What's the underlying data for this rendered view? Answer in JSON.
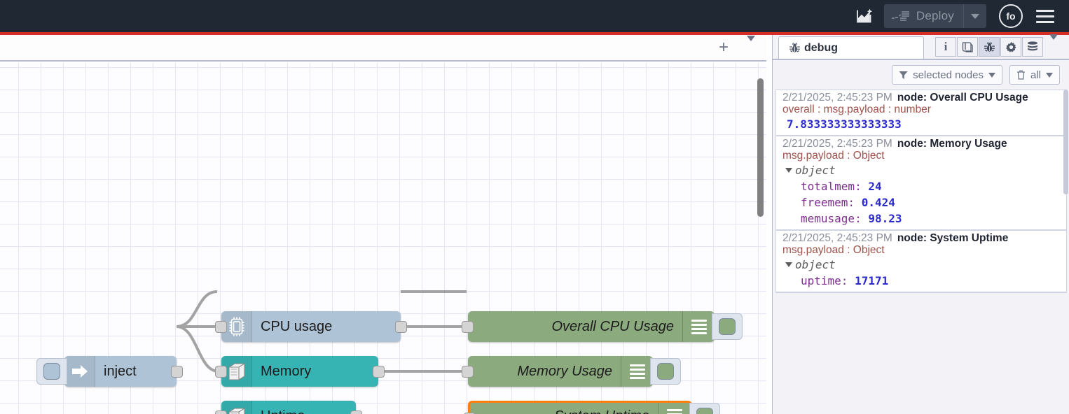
{
  "header": {
    "flow_icon": "flow-sparkle-icon",
    "deploy_label": "Deploy",
    "deploy_icon": "deploy-icon",
    "deploy_caret_icon": "chevron-down-icon",
    "user_initials": "fo",
    "menu_icon": "hamburger-menu-icon",
    "accent_rule_color": "#d62d26",
    "background_color": "#1f2833"
  },
  "workspace": {
    "add_tab_label": "+",
    "tab_menu_icon": "chevron-down-icon",
    "grid_color": "#e4e6f4",
    "canvas_background": "#fdfdff"
  },
  "flow": {
    "nodes": [
      {
        "id": "inject",
        "label": "inject",
        "icon": "arrow-right-icon",
        "color": "#aec3d6",
        "kind": "inject"
      },
      {
        "id": "cpu",
        "label": "CPU usage",
        "icon": "cpu-chip-icon",
        "color": "#aec3d6",
        "kind": "in"
      },
      {
        "id": "memory",
        "label": "Memory",
        "icon": "server-box-icon",
        "color": "#36b3b3",
        "kind": "in"
      },
      {
        "id": "uptime",
        "label": "Uptime",
        "icon": "server-box-icon",
        "color": "#36b3b3",
        "kind": "in"
      },
      {
        "id": "dbg-cpu",
        "label": "Overall CPU Usage",
        "icon": "debug-lines-icon",
        "color": "#8baa7e",
        "kind": "debug",
        "selected": false
      },
      {
        "id": "dbg-mem",
        "label": "Memory Usage",
        "icon": "debug-lines-icon",
        "color": "#8baa7e",
        "kind": "debug",
        "selected": false
      },
      {
        "id": "dbg-uptime",
        "label": "System Uptime",
        "icon": "debug-lines-icon",
        "color": "#8baa7e",
        "kind": "debug",
        "selected": true
      }
    ],
    "selection_color": "#ff7f0e"
  },
  "sidebar": {
    "tab_label": "debug",
    "tab_icon": "bug-icon",
    "tool_icons": [
      {
        "name": "info-icon",
        "glyph": "i",
        "active": false
      },
      {
        "name": "library-icon",
        "glyph": "book",
        "active": false
      },
      {
        "name": "debug-bug-icon",
        "glyph": "bug",
        "active": true
      },
      {
        "name": "gear-icon",
        "glyph": "gear",
        "active": false
      },
      {
        "name": "context-data-icon",
        "glyph": "stack",
        "active": false
      }
    ],
    "overflow_icon": "chevron-down-icon",
    "filter_button": {
      "icon": "filter-icon",
      "label": "selected nodes",
      "caret": "chevron-down-icon"
    },
    "clear_button": {
      "icon": "trash-icon",
      "label": "all",
      "caret": "chevron-down-icon"
    },
    "messages": [
      {
        "timestamp": "2/21/2025, 2:45:23 PM",
        "node": "node: Overall CPU Usage",
        "topic": "overall : msg.payload : number",
        "type": "value",
        "value": "7.833333333333333"
      },
      {
        "timestamp": "2/21/2025, 2:45:23 PM",
        "node": "node: Memory Usage",
        "topic": "msg.payload : Object",
        "type": "object",
        "object_label": "object",
        "entries": [
          {
            "key": "totalmem:",
            "value": "24"
          },
          {
            "key": "freemem:",
            "value": "0.424"
          },
          {
            "key": "memusage:",
            "value": "98.23"
          }
        ]
      },
      {
        "timestamp": "2/21/2025, 2:45:23 PM",
        "node": "node: System Uptime",
        "topic": "msg.payload : Object",
        "type": "object",
        "object_label": "object",
        "entries": [
          {
            "key": "uptime:",
            "value": "17171"
          }
        ]
      }
    ]
  }
}
